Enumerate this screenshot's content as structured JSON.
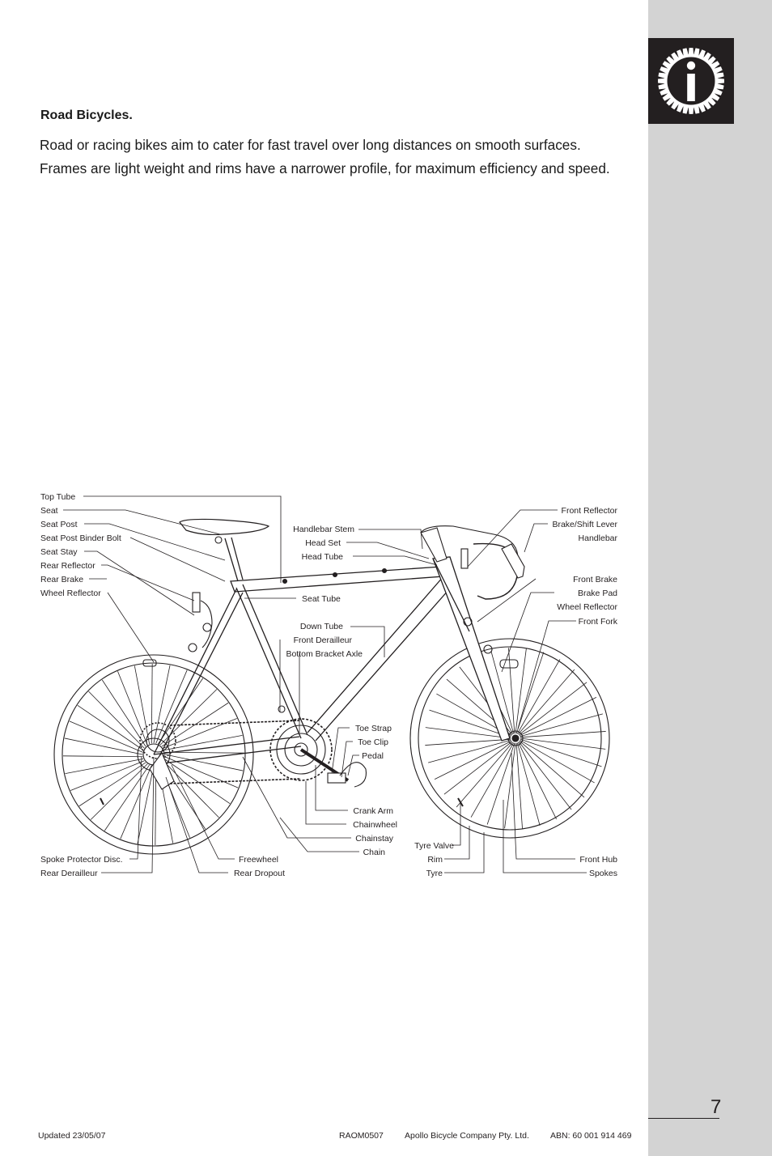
{
  "heading": "Road Bicycles.",
  "intro": "Road or racing bikes aim to cater for fast travel over long distances on smooth surfaces. Frames are light weight and rims have a narrower profile, for maximum efficiency and speed.",
  "labels": {
    "top_tube": "Top Tube",
    "seat": "Seat",
    "seat_post": "Seat Post",
    "seat_post_binder_bolt": "Seat Post Binder Bolt",
    "seat_stay": "Seat Stay",
    "rear_reflector": "Rear Reflector",
    "rear_brake": "Rear Brake",
    "wheel_reflector_rear": "Wheel Reflector",
    "handlebar_stem": "Handlebar Stem",
    "head_set": "Head Set",
    "head_tube": "Head Tube",
    "seat_tube": "Seat Tube",
    "down_tube": "Down Tube",
    "front_derailleur": "Front Derailleur",
    "bottom_bracket_axle": "Bottom Bracket Axle",
    "front_reflector": "Front Reflector",
    "brake_shift_lever": "Brake/Shift Lever",
    "handlebar": "Handlebar",
    "front_brake": "Front Brake",
    "brake_pad": "Brake Pad",
    "wheel_reflector_front": "Wheel Reflector",
    "front_fork": "Front Fork",
    "toe_strap": "Toe Strap",
    "toe_clip": "Toe Clip",
    "pedal": "Pedal",
    "crank_arm": "Crank Arm",
    "chainwheel": "Chainwheel",
    "chainstay": "Chainstay",
    "chain": "Chain",
    "tyre_valve": "Tyre Valve",
    "rim": "Rim",
    "tyre": "Tyre",
    "front_hub": "Front Hub",
    "spokes": "Spokes",
    "spoke_protector_disc": "Spoke Protector Disc.",
    "rear_derailleur": "Rear Derailleur",
    "freewheel": "Freewheel",
    "rear_dropout": "Rear Dropout"
  },
  "info_icon": "info-gear-icon",
  "page_number": "7",
  "footer": {
    "updated": "Updated 23/05/07",
    "doc_code": "RAOM0507",
    "company": "Apollo Bicycle Company Pty. Ltd.",
    "abn": "ABN: 60 001 914 469"
  }
}
